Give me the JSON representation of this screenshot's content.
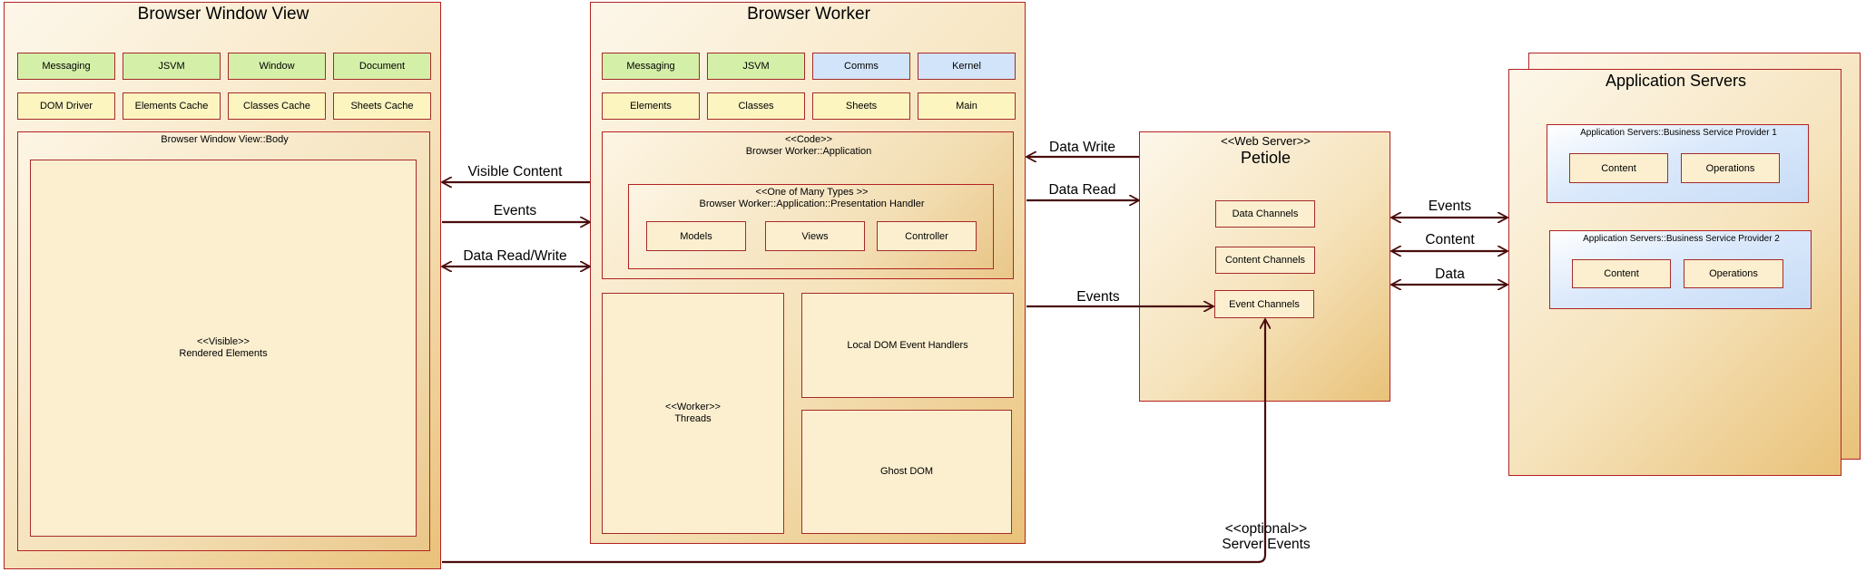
{
  "browser_window_view": {
    "title": "Browser Window View",
    "row1": [
      "Messaging",
      "JSVM",
      "Window",
      "Document"
    ],
    "row2": [
      "DOM Driver",
      "Elements Cache",
      "Classes Cache",
      "Sheets Cache"
    ],
    "body_title": "Browser Window View::Body",
    "rendered_stereotype": "<<Visible>>",
    "rendered_name": "Rendered Elements"
  },
  "browser_worker": {
    "title": "Browser Worker",
    "row1": [
      "Messaging",
      "JSVM",
      "Comms",
      "Kernel"
    ],
    "row2": [
      "Elements",
      "Classes",
      "Sheets",
      "Main"
    ],
    "app_stereotype": "<<Code>>",
    "app_name": "Browser Worker::Application",
    "handler_stereotype": "<<One of Many Types >>",
    "handler_name": "Browser Worker::Application::Presentation Handler",
    "mvc": [
      "Models",
      "Views",
      "Controller"
    ],
    "threads_stereotype": "<<Worker>>",
    "threads_name": "Threads",
    "local_dom_handlers": "Local DOM Event Handlers",
    "ghost_dom": "Ghost DOM"
  },
  "petiole": {
    "stereotype": "<<Web Server>>",
    "name": "Petiole",
    "channels": [
      "Data Channels",
      "Content Channels",
      "Event Channels"
    ]
  },
  "application_servers": {
    "title": "Application Servers",
    "provider1": {
      "title": "Application Servers::Business Service Provider 1",
      "items": [
        "Content",
        "Operations"
      ]
    },
    "provider2": {
      "title": "Application Servers::Business Service Provider 2",
      "items": [
        "Content",
        "Operations"
      ]
    }
  },
  "connectors": {
    "visible_content": "Visible Content",
    "events_left": "Events",
    "data_read_write": "Data Read/Write",
    "data_write": "Data Write",
    "data_read": "Data Read",
    "events_mid": "Events",
    "events_right": "Events",
    "content_right": "Content",
    "data_right": "Data",
    "optional_stereotype": "<<optional>>",
    "server_events": "Server Events"
  },
  "colors": {
    "border": "#b22222",
    "arrow": "#4a0d0d",
    "green_component": "#d4f0a8",
    "yellow_component": "#fcf5c0",
    "blue_component": "#d2e4fa"
  }
}
